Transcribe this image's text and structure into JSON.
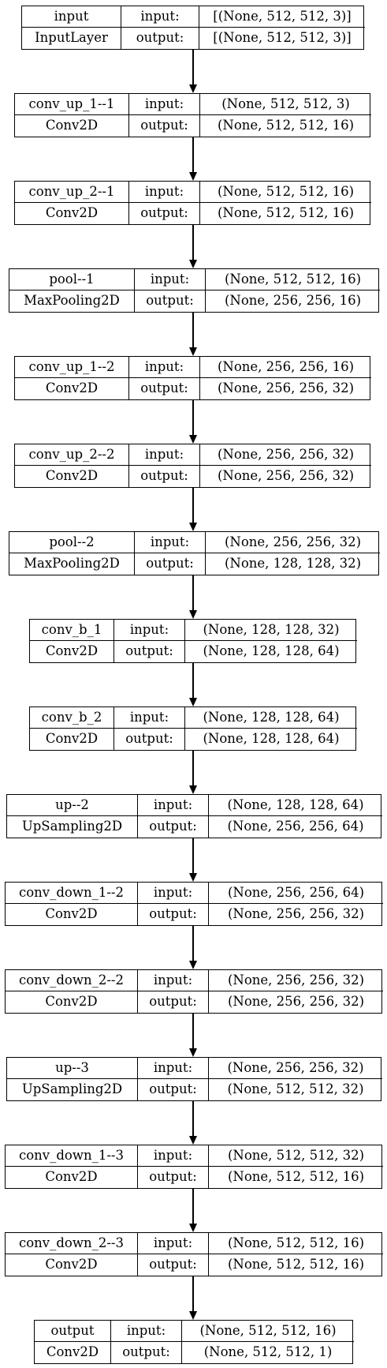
{
  "diagram": {
    "layers": [
      {
        "name": "input",
        "type": "InputLayer",
        "input_label": "input:",
        "output_label": "output:",
        "input_shape": "[(None, 512, 512, 3)]",
        "output_shape": "[(None, 512, 512, 3)]"
      },
      {
        "name": "conv_up_1--1",
        "type": "Conv2D",
        "input_label": "input:",
        "output_label": "output:",
        "input_shape": "(None, 512, 512, 3)",
        "output_shape": "(None, 512, 512, 16)"
      },
      {
        "name": "conv_up_2--1",
        "type": "Conv2D",
        "input_label": "input:",
        "output_label": "output:",
        "input_shape": "(None, 512, 512, 16)",
        "output_shape": "(None, 512, 512, 16)"
      },
      {
        "name": "pool--1",
        "type": "MaxPooling2D",
        "input_label": "input:",
        "output_label": "output:",
        "input_shape": "(None, 512, 512, 16)",
        "output_shape": "(None, 256, 256, 16)"
      },
      {
        "name": "conv_up_1--2",
        "type": "Conv2D",
        "input_label": "input:",
        "output_label": "output:",
        "input_shape": "(None, 256, 256, 16)",
        "output_shape": "(None, 256, 256, 32)"
      },
      {
        "name": "conv_up_2--2",
        "type": "Conv2D",
        "input_label": "input:",
        "output_label": "output:",
        "input_shape": "(None, 256, 256, 32)",
        "output_shape": "(None, 256, 256, 32)"
      },
      {
        "name": "pool--2",
        "type": "MaxPooling2D",
        "input_label": "input:",
        "output_label": "output:",
        "input_shape": "(None, 256, 256, 32)",
        "output_shape": "(None, 128, 128, 32)"
      },
      {
        "name": "conv_b_1",
        "type": "Conv2D",
        "input_label": "input:",
        "output_label": "output:",
        "input_shape": "(None, 128, 128, 32)",
        "output_shape": "(None, 128, 128, 64)"
      },
      {
        "name": "conv_b_2",
        "type": "Conv2D",
        "input_label": "input:",
        "output_label": "output:",
        "input_shape": "(None, 128, 128, 64)",
        "output_shape": "(None, 128, 128, 64)"
      },
      {
        "name": "up--2",
        "type": "UpSampling2D",
        "input_label": "input:",
        "output_label": "output:",
        "input_shape": "(None, 128, 128, 64)",
        "output_shape": "(None, 256, 256, 64)"
      },
      {
        "name": "conv_down_1--2",
        "type": "Conv2D",
        "input_label": "input:",
        "output_label": "output:",
        "input_shape": "(None, 256, 256, 64)",
        "output_shape": "(None, 256, 256, 32)"
      },
      {
        "name": "conv_down_2--2",
        "type": "Conv2D",
        "input_label": "input:",
        "output_label": "output:",
        "input_shape": "(None, 256, 256, 32)",
        "output_shape": "(None, 256, 256, 32)"
      },
      {
        "name": "up--3",
        "type": "UpSampling2D",
        "input_label": "input:",
        "output_label": "output:",
        "input_shape": "(None, 256, 256, 32)",
        "output_shape": "(None, 512, 512, 32)"
      },
      {
        "name": "conv_down_1--3",
        "type": "Conv2D",
        "input_label": "input:",
        "output_label": "output:",
        "input_shape": "(None, 512, 512, 32)",
        "output_shape": "(None, 512, 512, 16)"
      },
      {
        "name": "conv_down_2--3",
        "type": "Conv2D",
        "input_label": "input:",
        "output_label": "output:",
        "input_shape": "(None, 512, 512, 16)",
        "output_shape": "(None, 512, 512, 16)"
      },
      {
        "name": "output",
        "type": "Conv2D",
        "input_label": "input:",
        "output_label": "output:",
        "input_shape": "(None, 512, 512, 16)",
        "output_shape": "(None, 512, 512, 1)"
      }
    ]
  }
}
